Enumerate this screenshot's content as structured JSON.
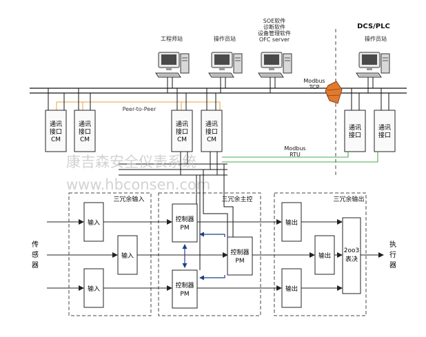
{
  "stations": {
    "engineering": "工程师站",
    "operator_left": "操作员站",
    "software_lines": [
      "SOE软件",
      "诊断软件",
      "设备管理软件",
      "OFC server"
    ],
    "dcs_title": "DCS/PLC",
    "operator_right": "操作员站"
  },
  "network": {
    "peer_label": "Peer-to-Peer",
    "modbus_tcp_lines": [
      "Modbus",
      "TCP"
    ],
    "modbus_rtu_lines": [
      "Modbus",
      "RTU"
    ]
  },
  "modules": {
    "cm_lines": [
      "通讯",
      "接口",
      "CM"
    ],
    "comm_lines": [
      "通讯",
      "接口"
    ]
  },
  "watermark": {
    "line1": "康吉森安全仪表系统",
    "line2": "www.hbconsen.com"
  },
  "groups": {
    "input": "三冗余输入",
    "control": "三冗余主控",
    "output": "三冗余输出"
  },
  "blocks": {
    "input": "输入",
    "output": "输出",
    "pm_lines": [
      "控制器",
      "PM"
    ],
    "vote_lines": [
      "2oo3",
      "表决"
    ]
  },
  "side_labels": {
    "sensor": [
      "传",
      "感",
      "器"
    ],
    "actuator": [
      "执",
      "行",
      "器"
    ]
  }
}
